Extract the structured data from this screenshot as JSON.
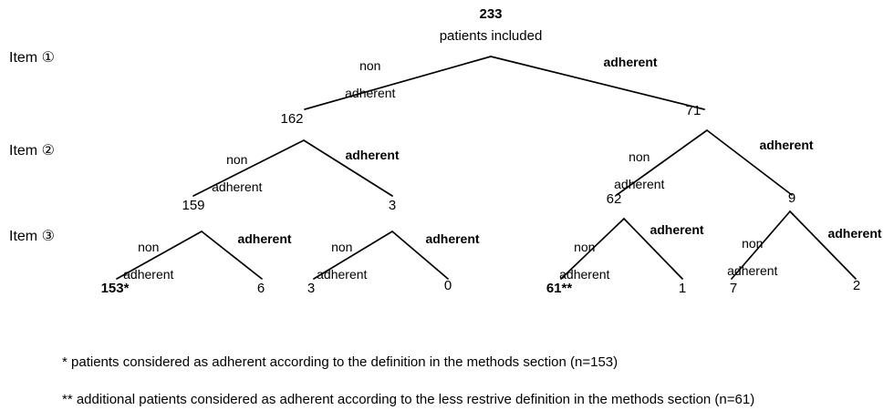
{
  "diagram": {
    "type": "flow-decision-tree",
    "root": {
      "count": "233",
      "caption": "patients included"
    },
    "row_labels": [
      {
        "id": "item-1",
        "text": "Item ①"
      },
      {
        "id": "item-2",
        "text": "Item ②"
      },
      {
        "id": "item-3",
        "text": "Item ③"
      }
    ],
    "branch_labels": {
      "non_adherent_line1": "non",
      "non_adherent_line2": "adherent",
      "adherent": "adherent"
    },
    "level1": [
      {
        "id": "n-162",
        "count": "162",
        "via": "non adherent",
        "bold": false
      },
      {
        "id": "n-71",
        "count": "71",
        "via": "adherent",
        "bold": false
      }
    ],
    "level2": [
      {
        "id": "n-159",
        "count": "159",
        "parent": "162",
        "via": "non adherent",
        "bold": false
      },
      {
        "id": "n-3a",
        "count": "3",
        "parent": "162",
        "via": "adherent",
        "bold": false
      },
      {
        "id": "n-62",
        "count": "62",
        "parent": "71",
        "via": "non adherent",
        "bold": false
      },
      {
        "id": "n-9",
        "count": "9",
        "parent": "71",
        "via": "adherent",
        "bold": false
      }
    ],
    "level3": [
      {
        "id": "leaf-153",
        "count": "153*",
        "parent": "159",
        "via": "non adherent",
        "bold": true
      },
      {
        "id": "leaf-6",
        "count": "6",
        "parent": "159",
        "via": "adherent",
        "bold": false
      },
      {
        "id": "leaf-3",
        "count": "3",
        "parent": "3",
        "via": "non adherent",
        "bold": false
      },
      {
        "id": "leaf-0",
        "count": "0",
        "parent": "3",
        "via": "adherent",
        "bold": false
      },
      {
        "id": "leaf-61",
        "count": "61**",
        "parent": "62",
        "via": "non adherent",
        "bold": true
      },
      {
        "id": "leaf-1",
        "count": "1",
        "parent": "62",
        "via": "adherent",
        "bold": false
      },
      {
        "id": "leaf-7",
        "count": "7",
        "parent": "9",
        "via": "non adherent",
        "bold": false
      },
      {
        "id": "leaf-2",
        "count": "2",
        "parent": "9",
        "via": "adherent",
        "bold": false
      }
    ],
    "footnotes": [
      "* patients considered as adherent according to the definition in the methods section (n=153)",
      "** additional patients considered as adherent according to the less restrive definition in the methods section (n=61)"
    ],
    "colors": {
      "line": "#000000",
      "text": "#000000",
      "background": "#ffffff"
    }
  }
}
